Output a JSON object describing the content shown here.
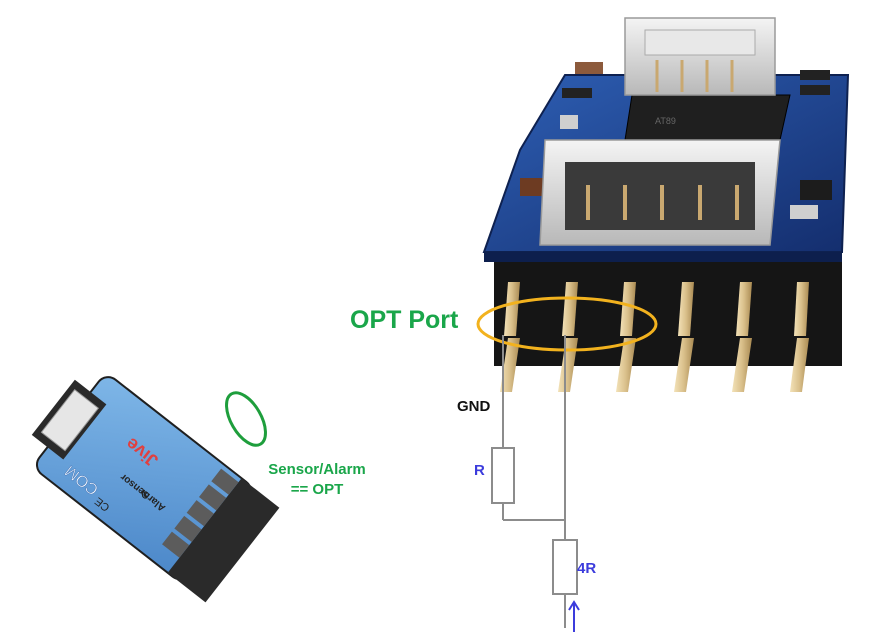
{
  "labels": {
    "opt_port": "OPT Port",
    "gnd": "GND",
    "r": "R",
    "four_r": "4R",
    "sensor_line1": "Sensor/Alarm",
    "sensor_line2": "== OPT"
  },
  "device_text": {
    "brand": "Jive",
    "sensor": "Sensor",
    "alarm": "Alarm",
    "com": "COM",
    "ce": "CE",
    "chip_marking": "AT89"
  },
  "colors": {
    "label_green": "#1aa64a",
    "label_blue": "#3c3cdc",
    "label_black": "#111111",
    "ellipse_orange": "#f2b21e",
    "ellipse_green": "#1e9e3c",
    "wire_gray": "#8c8c8c",
    "pcb_blue": "#1b3c86",
    "pin_gold": "#d9bf8a"
  },
  "icons": {
    "arrow": "arrow-up-icon"
  }
}
